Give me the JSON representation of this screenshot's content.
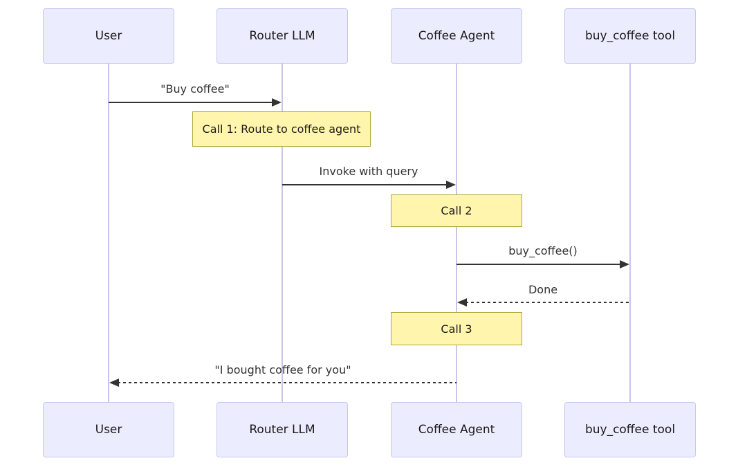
{
  "diagram": {
    "type": "sequence",
    "actors": [
      {
        "id": "user",
        "label": "User"
      },
      {
        "id": "router-llm",
        "label": "Router LLM"
      },
      {
        "id": "coffee-agent",
        "label": "Coffee Agent"
      },
      {
        "id": "buy-coffee-tool",
        "label": "buy_coffee tool"
      }
    ],
    "messages": [
      {
        "from": "User",
        "to": "Router LLM",
        "label": "\"Buy coffee\"",
        "style": "solid"
      },
      {
        "from": "Router LLM",
        "to": "Coffee Agent",
        "label": "Invoke with query",
        "style": "solid"
      },
      {
        "from": "Coffee Agent",
        "to": "buy_coffee tool",
        "label": "buy_coffee()",
        "style": "solid"
      },
      {
        "from": "buy_coffee tool",
        "to": "Coffee Agent",
        "label": "Done",
        "style": "dashed"
      },
      {
        "from": "Coffee Agent",
        "to": "User",
        "label": "\"I bought coffee for you\"",
        "style": "dashed"
      }
    ],
    "notes": [
      {
        "over": "Router LLM",
        "label": "Call 1: Route to coffee agent"
      },
      {
        "over": "Coffee Agent",
        "label": "Call 2"
      },
      {
        "over": "Coffee Agent",
        "label": "Call 3"
      }
    ],
    "colors": {
      "actor_fill": "#ECECFF",
      "actor_border": "#C6C6F2",
      "note_fill": "#FFF5AD",
      "note_border": "#AAAA33",
      "lifeline": "#CBC3EE",
      "arrow": "#333333",
      "background": "#FFFFFF"
    }
  }
}
